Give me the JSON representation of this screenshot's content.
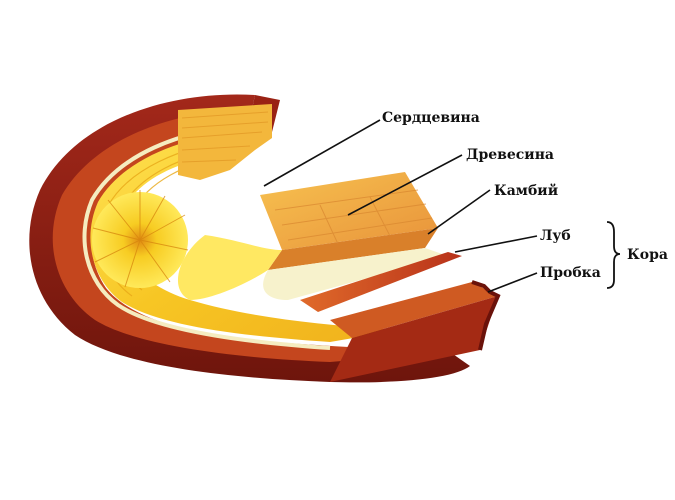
{
  "labels": {
    "heartwood": "Сердцевина",
    "wood": "Древесина",
    "cambium": "Камбий",
    "bast": "Луб",
    "cork": "Пробка",
    "bark": "Кора"
  },
  "colors": {
    "bark_outer": "#8a1c10",
    "bark_inner": "#c0441c",
    "cambium": "#f6f0c8",
    "wood_light": "#fff46a",
    "wood_mid": "#f5c418",
    "wood_dark": "#e29a14",
    "wedge": "#eea24a",
    "leader": "#111111"
  }
}
